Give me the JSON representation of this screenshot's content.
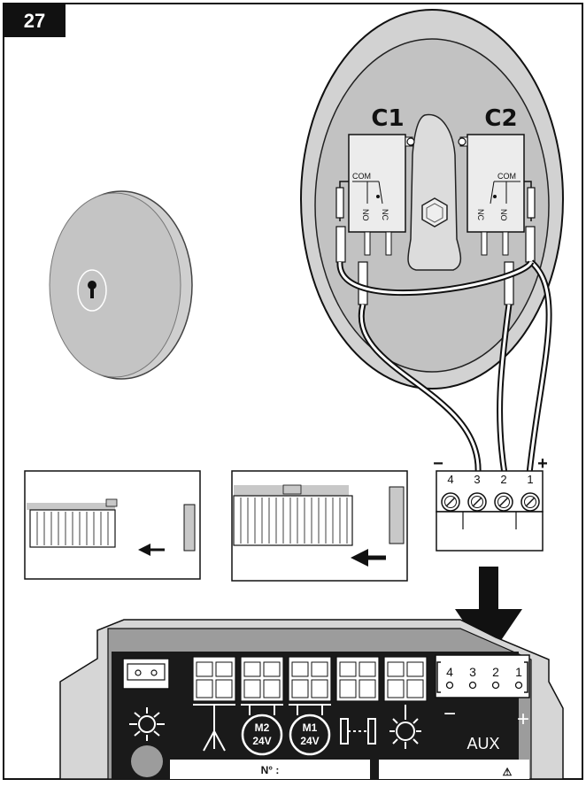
{
  "figure": {
    "number": "27"
  },
  "contacts": {
    "c1": "C1",
    "c2": "C2",
    "com": "COM",
    "no": "NO",
    "nc": "NC"
  },
  "terminal_block": {
    "pins": [
      "4",
      "3",
      "2",
      "1"
    ],
    "minus": "−",
    "plus": "+"
  },
  "board": {
    "motor2": [
      "M2",
      "24V"
    ],
    "motor1": [
      "M1",
      "24V"
    ],
    "serial_label": "N° :",
    "warning_symbol": "⚠",
    "aux": {
      "label": "AUX",
      "pins": [
        "4",
        "3",
        "2",
        "1"
      ],
      "minus": "−",
      "plus": "+"
    }
  },
  "colors": {
    "ink": "#111111",
    "grey_body": "#c8c8c8",
    "board_dark": "#1a1a1a",
    "white": "#ffffff"
  },
  "icons": [
    "keyhole-icon",
    "arrow-left-icon",
    "arrow-down-icon",
    "light-bulb-icon",
    "antenna-icon",
    "courtesy-light-icon",
    "contact-icon"
  ]
}
